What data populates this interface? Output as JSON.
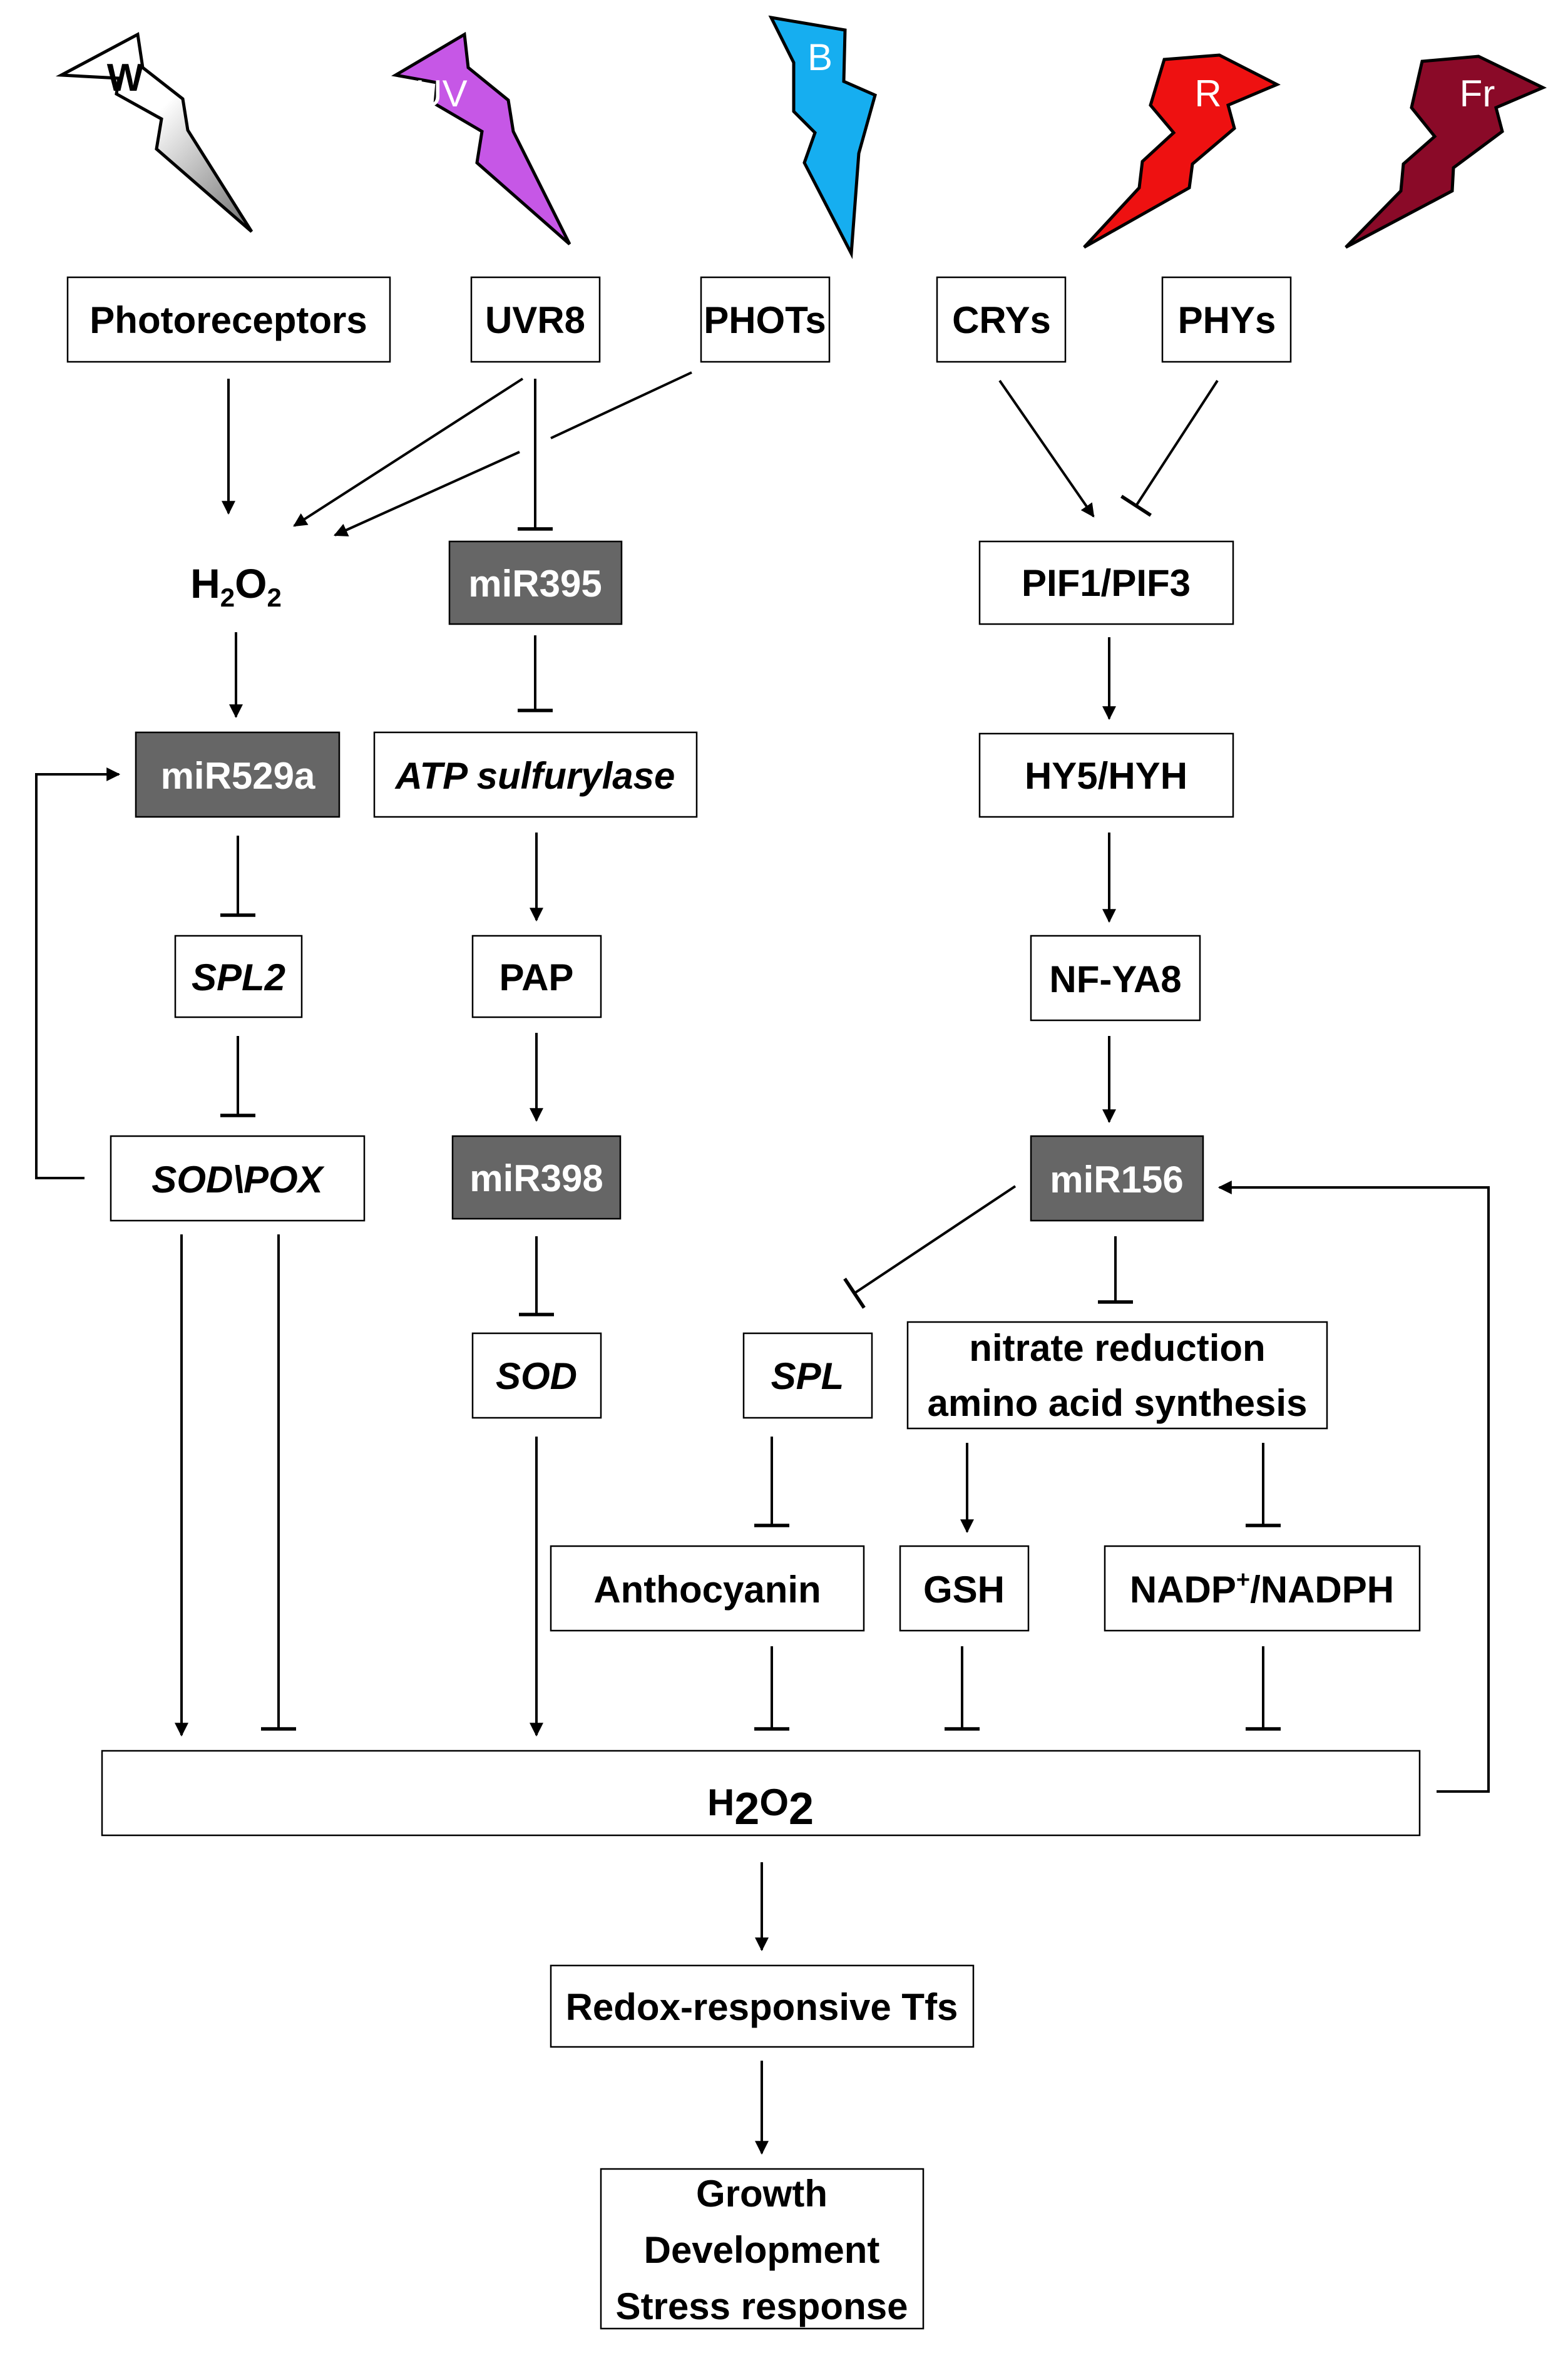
{
  "colors": {
    "white_light": "#ffffff",
    "uv_light": "#c657e6",
    "blue_light": "#16aef0",
    "red_light": "#ee1111",
    "far_red_light": "#8a0a28",
    "mirna_fill": "#666666",
    "box_fill": "#ffffff",
    "stroke": "#000000"
  },
  "lights": {
    "white": "W",
    "uv": "UV",
    "blue": "B",
    "red": "R",
    "far_red": "Fr"
  },
  "receptors": {
    "photoreceptors": "Photoreceptors",
    "uvr8": "UVR8",
    "phots": "PHOTs",
    "crys": "CRYs",
    "phys": "PHYs"
  },
  "h2o2_top": {
    "base": "H",
    "sub1": "2",
    "mid": "O",
    "sub2": "2"
  },
  "left_branch": {
    "mir529a": "miR529a",
    "spl2": "SPL2",
    "sod_pox": "SOD\\POX"
  },
  "middle_branch": {
    "mir395": "miR395",
    "atp_sulfurylase": "ATP sulfurylase",
    "pap": "PAP",
    "mir398": "miR398",
    "sod": "SOD"
  },
  "right_branch": {
    "pif": "PIF1/PIF3",
    "hy5": "HY5/HYH",
    "nfya8": "NF-YA8",
    "mir156": "miR156",
    "spl": "SPL",
    "nitrate_line1": "nitrate reduction",
    "nitrate_line2": "amino acid synthesis",
    "anthocyanin": "Anthocyanin",
    "gsh": "GSH",
    "nadp_a": "NADP",
    "nadp_sup": "+",
    "nadp_b": "/NADPH"
  },
  "h2o2_bottom": {
    "base": "H",
    "sub1": "2",
    "mid": "O",
    "sub2": "2"
  },
  "outputs": {
    "redox_tfs": "Redox-responsive Tfs",
    "growth": "Growth",
    "development": "Development",
    "stress_response": "Stress response"
  },
  "edge_types": [
    "activation-arrow",
    "inhibition-bar"
  ]
}
